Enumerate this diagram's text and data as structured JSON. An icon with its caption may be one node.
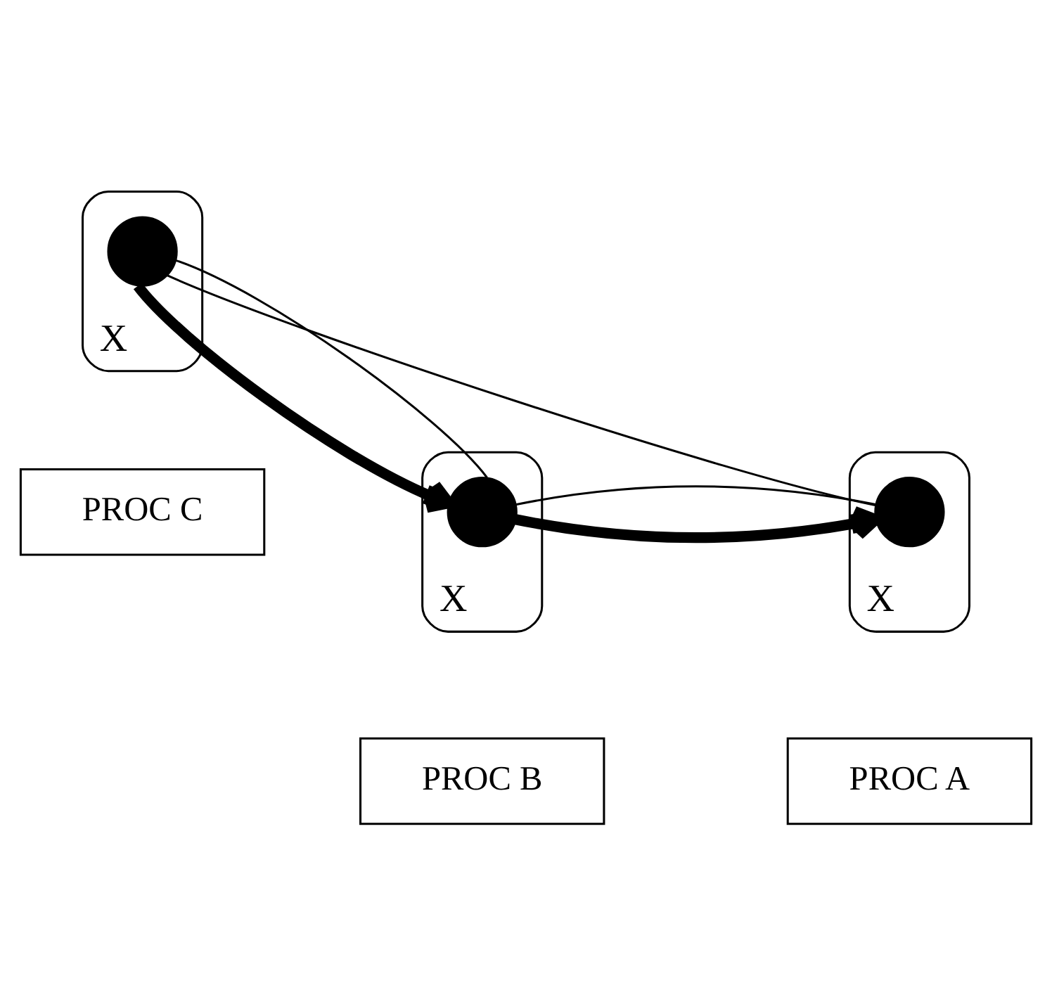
{
  "diagram": {
    "nodes": [
      {
        "text": [
          "X"
        ]
      },
      {
        "text": [],
        "shape": "circle",
        "in": 0
      },
      {
        "text": [
          "PROC C"
        ]
      },
      {
        "text": [
          "X"
        ]
      },
      {
        "text": [],
        "shape": "circle",
        "in": 3
      },
      {
        "text": [
          "PROC B"
        ]
      },
      {
        "text": [
          "X"
        ]
      },
      {
        "text": [],
        "shape": "circle",
        "in": 6
      },
      {
        "text": [
          "PROC A"
        ]
      }
    ],
    "edges": [
      {
        "from": 1,
        "to": 4,
        "arrow": "to",
        "style": "thick"
      },
      {
        "from": 4,
        "to": 7,
        "arrow": "to",
        "style": "thick"
      },
      {
        "from": 7,
        "to": 1,
        "arrow": "none"
      },
      {
        "from": 1,
        "to": 4,
        "arrow": "none"
      },
      {
        "from": 4,
        "to": 7,
        "arrow": "none"
      }
    ]
  }
}
